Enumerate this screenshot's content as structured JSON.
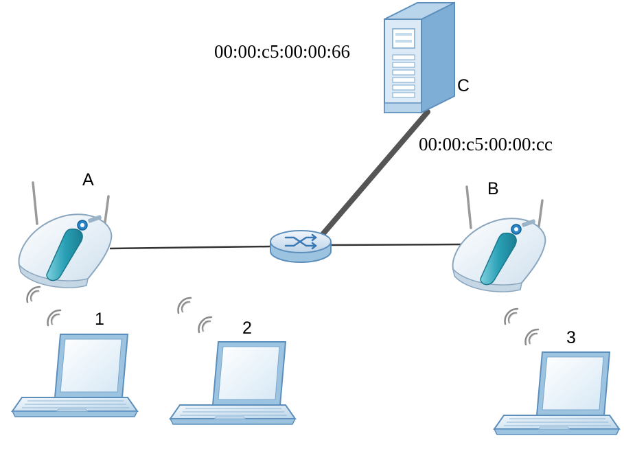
{
  "labels": {
    "server_mac": "00:00:c5:00:00:66",
    "link_mac": "00:00:c5:00:00:cc",
    "server": "C",
    "ap_a": "A",
    "ap_b": "B",
    "client_1": "1",
    "client_2": "2",
    "client_3": "3"
  },
  "colors": {
    "device_light": "#dbeaf6",
    "device_mid": "#9cc3e0",
    "device_dark": "#5d8fbd",
    "ap_accent": "#2aa0b6",
    "server_link": "#555555",
    "lan_link": "#333333"
  }
}
